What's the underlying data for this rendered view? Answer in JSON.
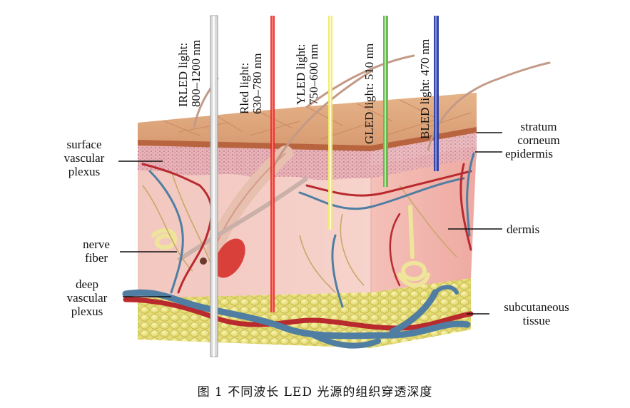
{
  "beams": [
    {
      "label1": "IRLED light:",
      "label2": "800–1200 nm",
      "color": "#d9d9d9"
    },
    {
      "label1": "Rled light:",
      "label2": "630–780 nm",
      "color": "#e8302a"
    },
    {
      "label1": "YLED light:",
      "label2": "750–600 nm",
      "color": "#f2ea6a"
    },
    {
      "label1": "GLED light: 510 nm",
      "label2": "",
      "color": "#63b94a"
    },
    {
      "label1": "BLED light: 470 nm",
      "label2": "",
      "color": "#2c3fa0"
    }
  ],
  "left_labels": {
    "surface": [
      "surface",
      "vascular",
      "plexus"
    ],
    "nerve": [
      "nerve",
      "fiber"
    ],
    "deep": [
      "deep",
      "vascular",
      "plexus"
    ]
  },
  "right_labels": {
    "stratum": [
      "stratum",
      "corneum"
    ],
    "epidermis": "epidermis",
    "dermis": "dermis",
    "subcutaneous": [
      "subcutaneous",
      "tissue"
    ]
  },
  "caption": "图 1   不同波长 LED 光源的组织穿透深度"
}
